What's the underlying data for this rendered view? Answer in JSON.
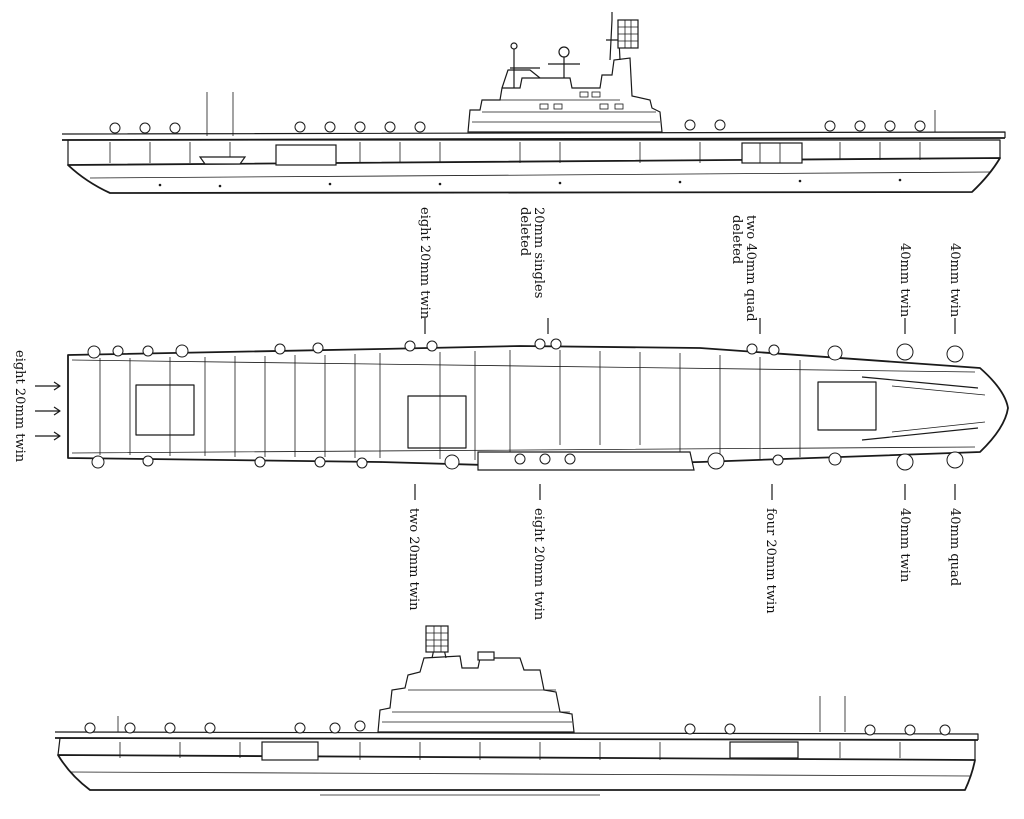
{
  "labels": {
    "top": [
      "eight 20mm twin",
      "20mm singles",
      "deleted",
      "two 40mm quad",
      "deleted",
      "40mm twin",
      "40mm twin"
    ],
    "left": "eight 20mm twin",
    "bottom": [
      "two 20mm twin",
      "eight 20mm twin",
      "four 20mm twin",
      "40mm twin",
      "40mm quad"
    ]
  }
}
